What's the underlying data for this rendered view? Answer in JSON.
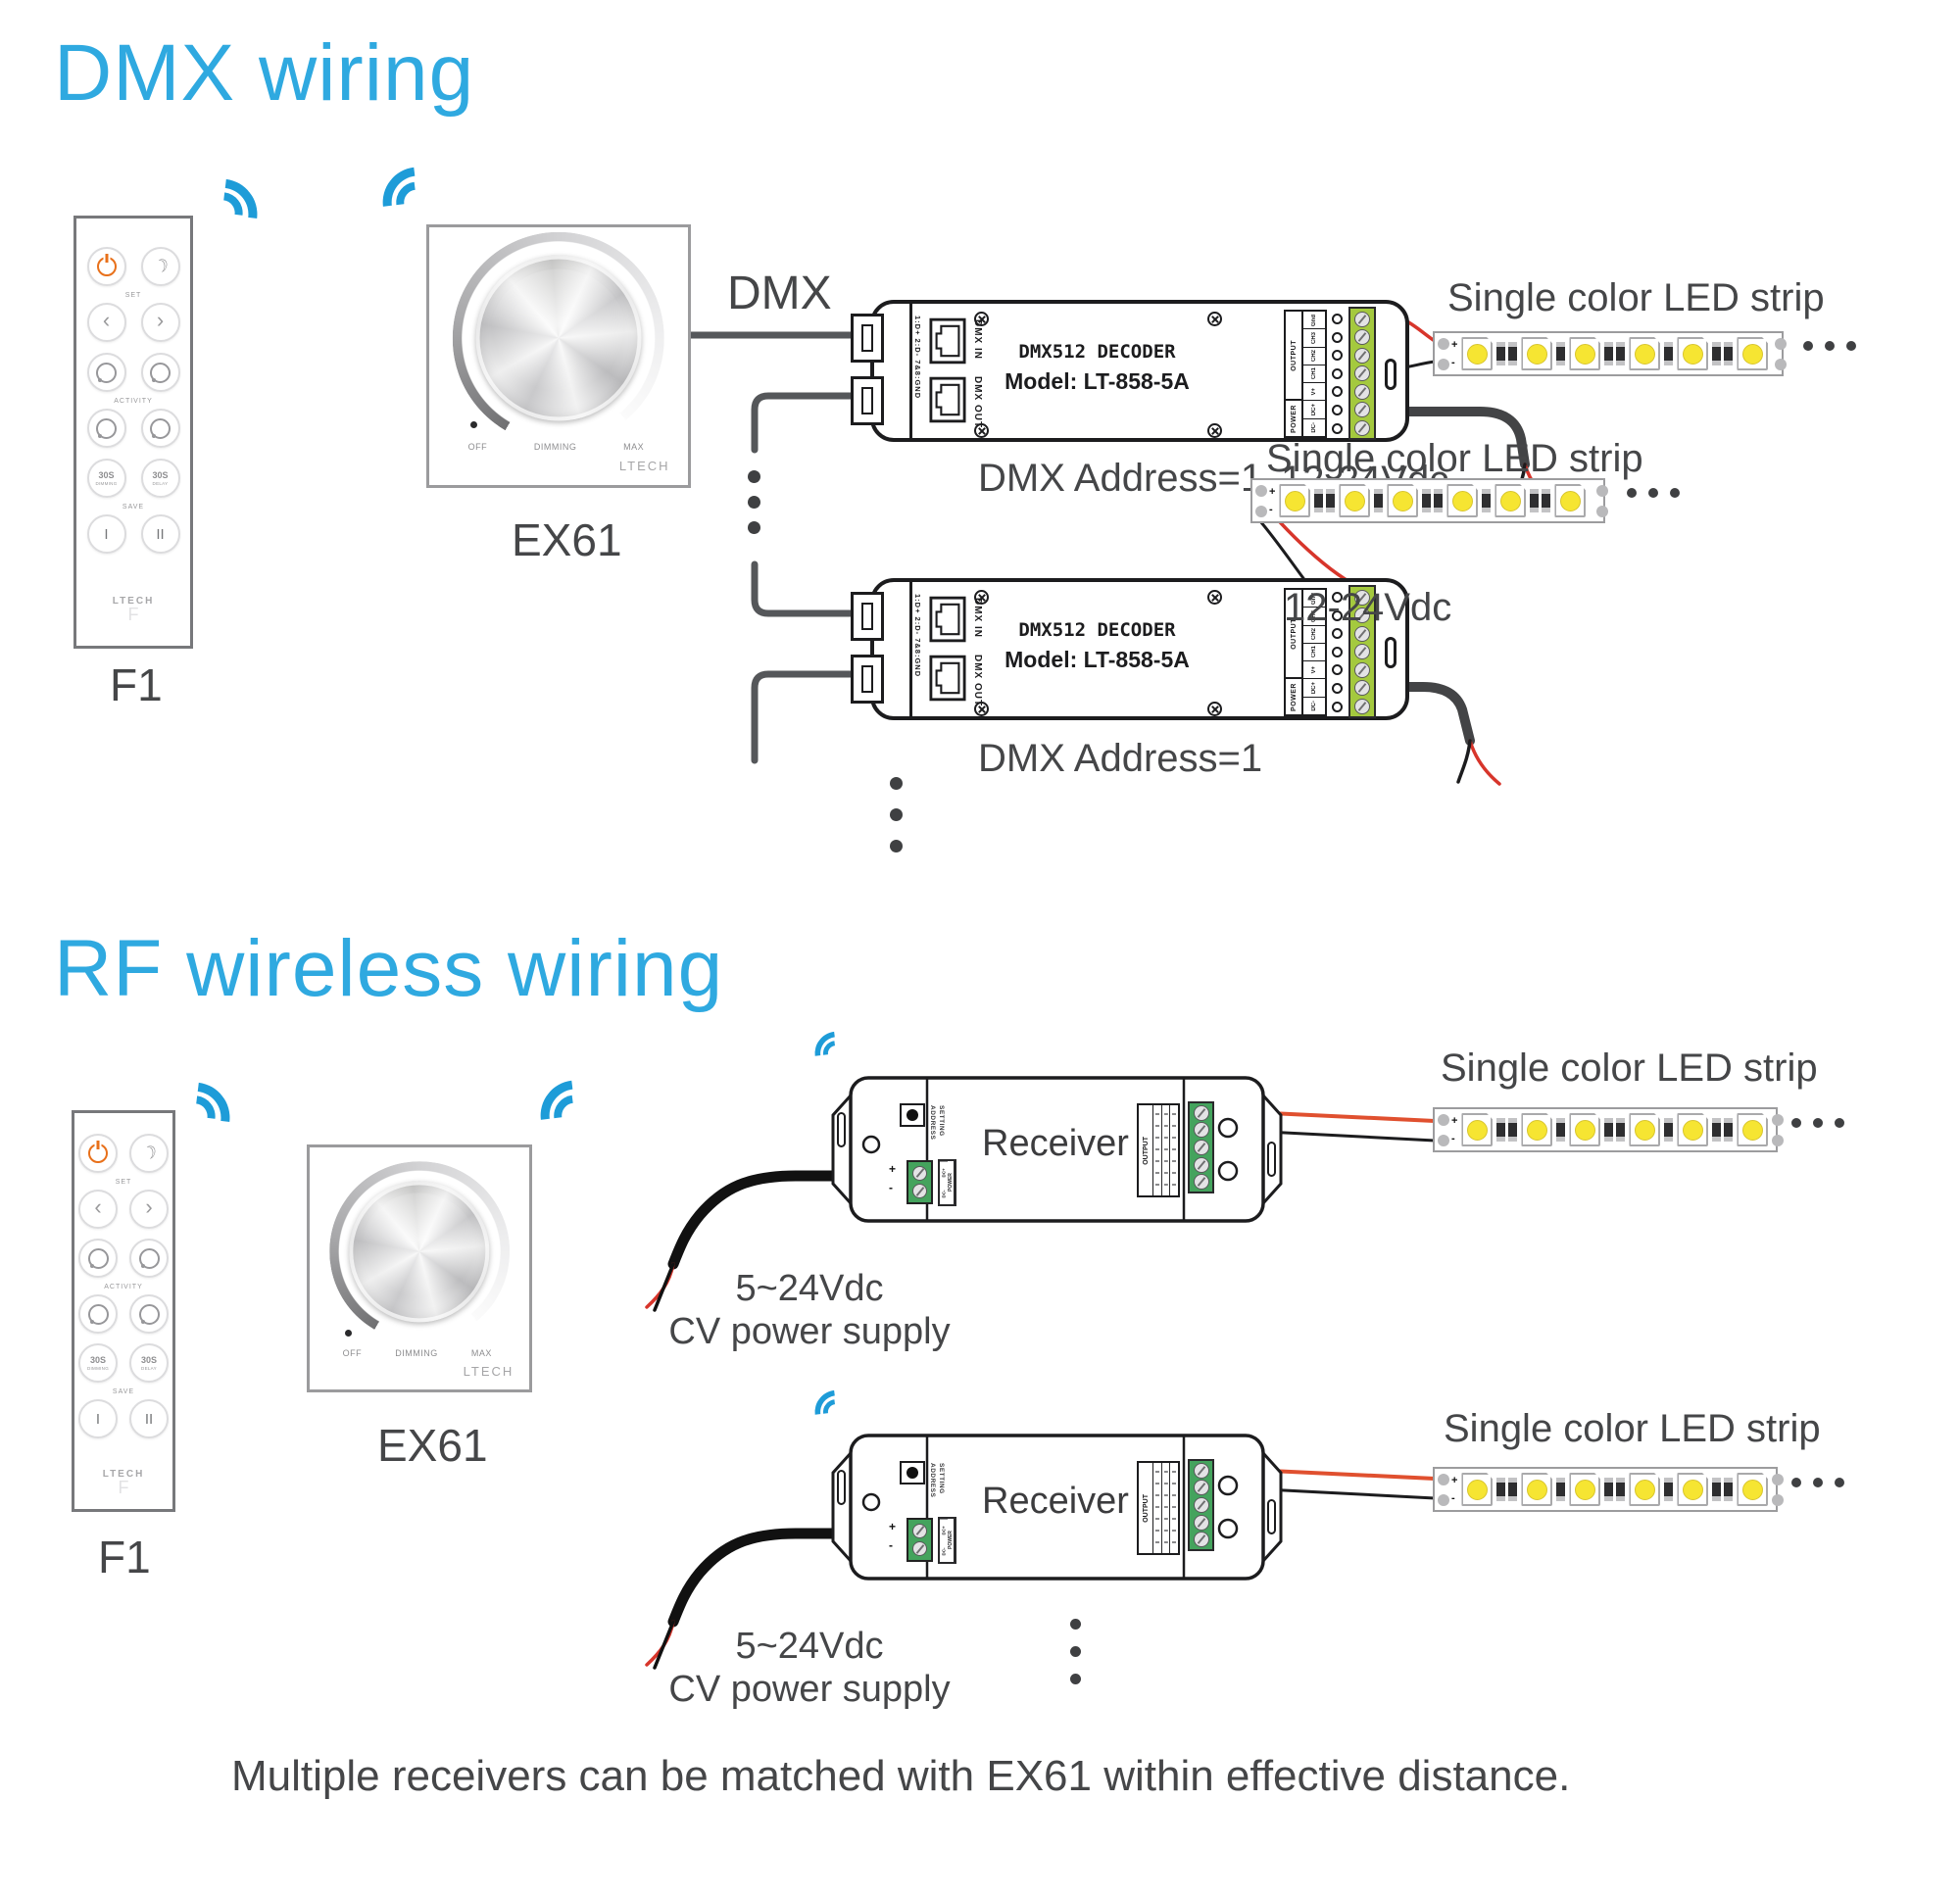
{
  "colors": {
    "accent_blue": "#2FA9E0",
    "rf_blue": "#1E9CD8",
    "text_dark": "#454648",
    "outline": "#1C1C1E",
    "wire_gray": "#55575A",
    "wire_red": "#D7352B",
    "wire_black": "#1C1C1E",
    "decoder_terminal_green": "#A4C93E",
    "receiver_terminal_green": "#44A35D",
    "led_yellow": "#F6E532",
    "power_icon_orange": "#E8701A"
  },
  "dmx": {
    "title": "DMX wiring",
    "bus_label": "DMX",
    "remote_label": "F1",
    "panel_label": "EX61",
    "rows": [
      {
        "strip_label": "Single color LED strip",
        "address_label": "DMX Address=1",
        "voltage_label": "12-24Vdc"
      },
      {
        "strip_label": "Single color LED strip",
        "address_label": "DMX Address=1",
        "voltage_label": "12-24Vdc"
      }
    ]
  },
  "rf": {
    "title": "RF wireless wiring",
    "remote_label": "F1",
    "panel_label": "EX61",
    "rows": [
      {
        "strip_label": "Single color LED strip",
        "psu_line1": "5~24Vdc",
        "psu_line2": "CV power supply"
      },
      {
        "strip_label": "Single color LED strip",
        "psu_line1": "5~24Vdc",
        "psu_line2": "CV power supply"
      }
    ],
    "caption": "Multiple receivers can be matched with EX61 within effective distance."
  },
  "remote": {
    "brand": "LTECH",
    "brand_sub": "F",
    "group_set": "SET",
    "group_activity": "ACTIVITY",
    "group_save": "SAVE",
    "chev_left": "‹",
    "chev_right": "›",
    "moon": "☽",
    "btn_30s": "30S",
    "btn_dimming_sub": "DIMMING",
    "btn_delay_sub": "DELAY",
    "btn_scene1": "I",
    "btn_scene2": "II",
    "icons": [
      "power-icon",
      "night-light-icon",
      "arrow-left-icon",
      "arrow-right-icon",
      "dial-icon",
      "dial-icon",
      "dial-icon",
      "dial-icon"
    ]
  },
  "panel": {
    "off": "OFF",
    "dimming": "DIMMING",
    "max": "MAX",
    "brand": "LTECH"
  },
  "decoder": {
    "title": "DMX512 DECODER",
    "model": "Model: LT-858-5A",
    "jack_in": "DMX IN",
    "jack_out": "DMX OUT",
    "pin_note": "1:D+ 2:D- 7&8:GND",
    "output_label": "OUTPUT",
    "power_label": "POWER",
    "output_terminals": [
      "Gnd",
      "CH3",
      "CH2",
      "CH1",
      "V+"
    ],
    "power_terminals": [
      "DC+",
      "DC-"
    ]
  },
  "receiver": {
    "name": "Receiver",
    "addr_line1": "ADDRESS",
    "addr_line2": "SETTING",
    "output_label": "OUTPUT",
    "power_label": "POWER",
    "power_plus": "DC+",
    "power_minus": "DC-",
    "mark_plus": "+",
    "mark_minus": "-"
  },
  "strip": {
    "mark_plus": "+",
    "mark_minus": "-"
  }
}
